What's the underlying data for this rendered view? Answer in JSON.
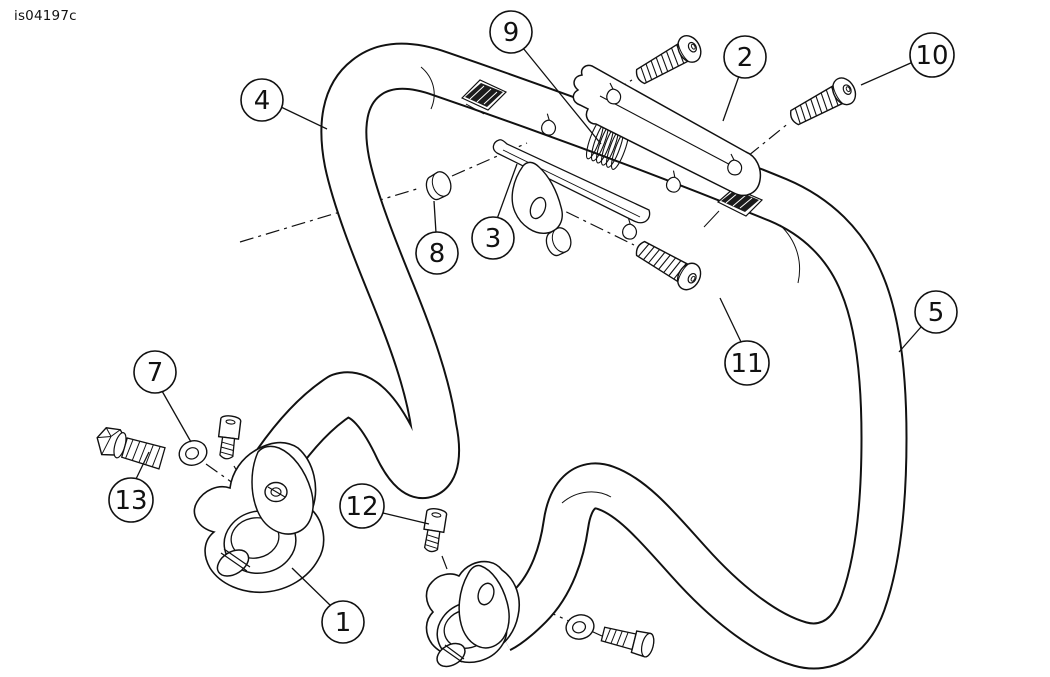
{
  "diagram": {
    "code": "is04197c",
    "callouts": {
      "1": "1",
      "2": "2",
      "3": "3",
      "4": "4",
      "5": "5",
      "7": "7",
      "8": "8",
      "9": "9",
      "10": "10",
      "11": "11",
      "12": "12",
      "13": "13"
    }
  }
}
